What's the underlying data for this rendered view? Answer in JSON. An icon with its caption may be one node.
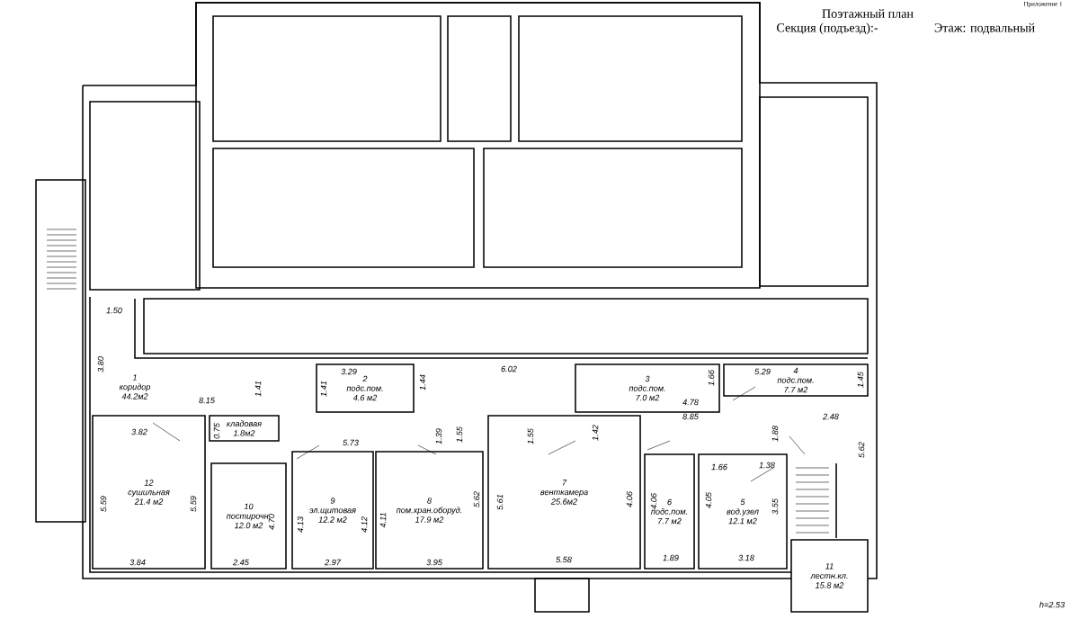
{
  "diagram": {
    "title": "Поэтажный план",
    "nodes": [
      {
        "text": [
          "1",
          "коридор",
          "44.2м2"
        ]
      },
      {
        "text": [
          "2",
          "подс.пом.",
          "4.6 м2"
        ]
      },
      {
        "text": [
          "3",
          "подс.пом.",
          "7.0 м2"
        ]
      },
      {
        "text": [
          "4",
          "подс.пом.",
          "7.7 м2"
        ]
      },
      {
        "text": [
          "кладовая",
          "1.8м2"
        ]
      },
      {
        "text": [
          "12",
          "сушильная",
          "21.4 м2"
        ]
      },
      {
        "text": [
          "10",
          "постирочн.",
          "12.0 м2"
        ]
      },
      {
        "text": [
          "9",
          "эл.щитовая",
          "12.2 м2"
        ]
      },
      {
        "text": [
          "8",
          "пом.хран.оборуд.",
          "17.9 м2"
        ]
      },
      {
        "text": [
          "7",
          "венткамера",
          "25.6м2"
        ]
      },
      {
        "text": [
          "6",
          "подс.пом.",
          "7.7 м2"
        ]
      },
      {
        "text": [
          "5",
          "вод.узел",
          "12.1 м2"
        ]
      },
      {
        "text": [
          "11",
          "лестн.кл.",
          "15.8 м2"
        ]
      }
    ],
    "labels": [
      "Приложение 1",
      "Секция (подъезд):-",
      "Этаж: подвальный",
      "1.50",
      "3.80",
      "1.41",
      "1.41",
      "3.29",
      "1.44",
      "6.02",
      "1.66",
      "5.29",
      "1.45",
      "8.15",
      "4.78",
      "8.85",
      "2.48",
      "3.82",
      "0.75",
      "5.73",
      "1.39",
      "1.55",
      "1.55",
      "1.42",
      "1.88",
      "5.62",
      "1.66",
      "1.38",
      "5.59",
      "5.59",
      "4.70",
      "4.13",
      "4.12",
      "4.11",
      "5.62",
      "5.61",
      "4.06",
      "4.06",
      "4.05",
      "3.55",
      "3.84",
      "2.45",
      "2.97",
      "3.95",
      "5.58",
      "1.89",
      "3.18",
      "h=2.53"
    ]
  }
}
